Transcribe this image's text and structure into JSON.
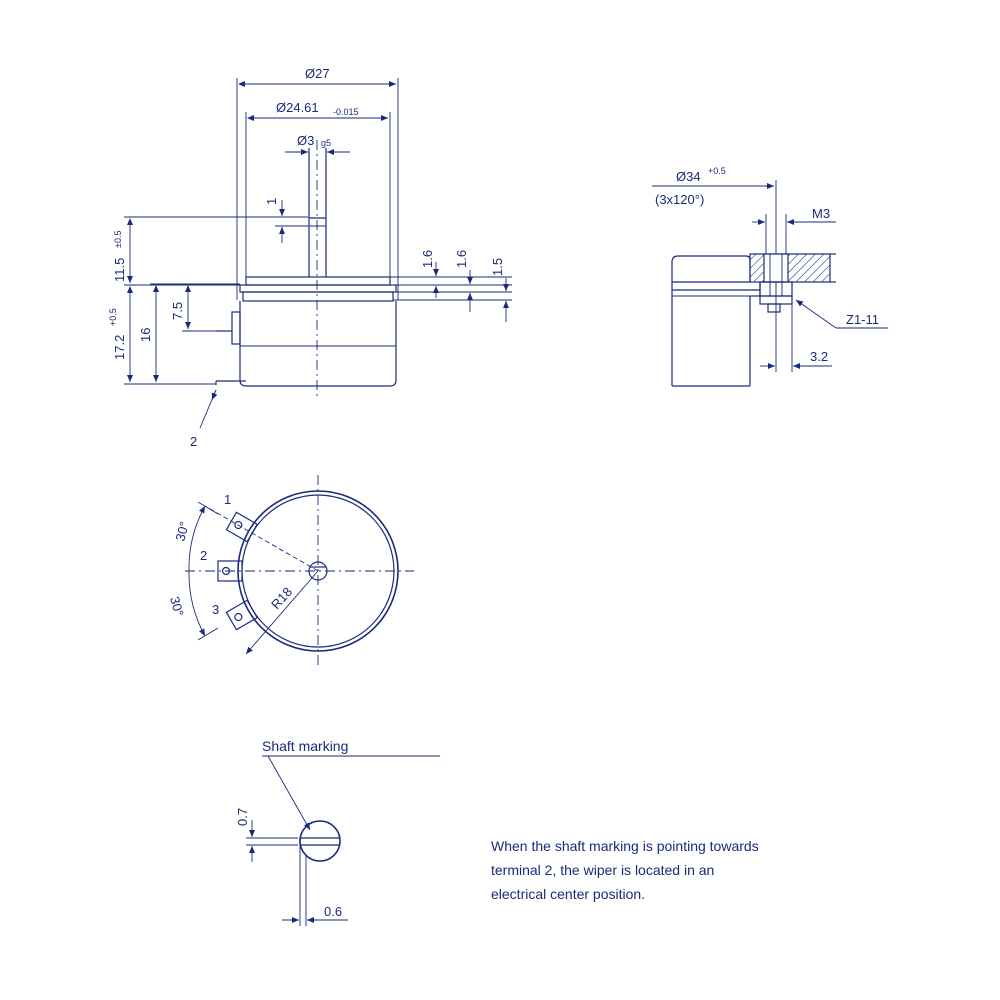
{
  "dimensions": {
    "dia_27": "Ø27",
    "dia_2461": "Ø24.61",
    "dia_2461_tol": "-0.015",
    "dia_3": "Ø3",
    "dia_3_tol": "g5",
    "d_1": "1",
    "d_1_6a": "1.6",
    "d_1_6b": "1.6",
    "d_1_5": "1.5",
    "d_11_5": "11.5",
    "d_11_5_tol": "±0.5",
    "d_17_2": "17.2",
    "d_17_2_tol": "+0.5",
    "d_16": "16",
    "d_7_5": "7.5",
    "d_34": "Ø34",
    "d_34_tol": "+0.5",
    "d_3x120": "(3x120°)",
    "d_m3": "M3",
    "d_z1_11": "Z1-11",
    "d_3_2": "3.2",
    "d_30_top": "30°",
    "d_30_bot": "30°",
    "d_r18": "R18",
    "d_0_7": "0.7",
    "d_0_6": "0.6"
  },
  "terminals": {
    "t1": "1",
    "t2": "2",
    "t3": "3",
    "t2_side": "2"
  },
  "shaft_marking_label": "Shaft marking",
  "note": {
    "line1": "When the shaft marking is pointing towards",
    "line2": "terminal 2, the wiper is located in an",
    "line3": "electrical center position."
  },
  "colors": {
    "line": "#1a2a7a",
    "background": "#ffffff"
  }
}
